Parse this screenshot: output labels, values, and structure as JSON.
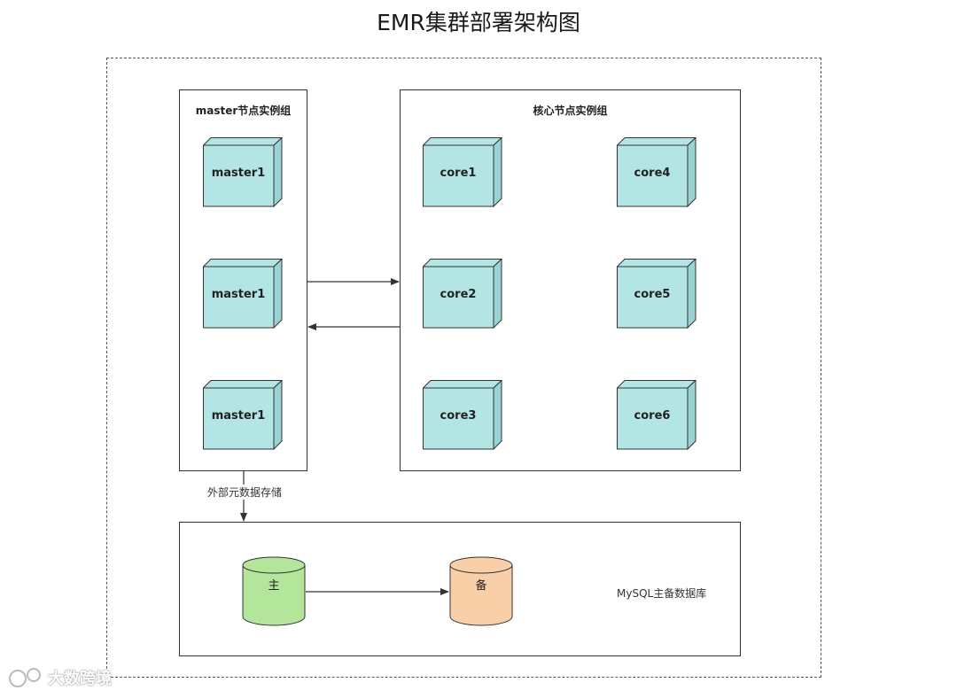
{
  "title": "EMR集群部署架构图",
  "master_group": {
    "label": "master节点实例组",
    "nodes": [
      "master1",
      "master1",
      "master1"
    ]
  },
  "core_group": {
    "label": "核心节点实例组",
    "nodes": [
      "core1",
      "core2",
      "core3",
      "core4",
      "core5",
      "core6"
    ]
  },
  "storage_link_label": "外部元数据存储",
  "db_group": {
    "label": "MySQL主备数据库",
    "primary": "主",
    "standby": "备"
  },
  "watermark": "大数跨境",
  "colors": {
    "node_fill": "#b3e5e5",
    "node_side": "#9ad3d3",
    "primary_db": "#b3e59a",
    "standby_db": "#f9cfa8",
    "line": "#333333"
  }
}
